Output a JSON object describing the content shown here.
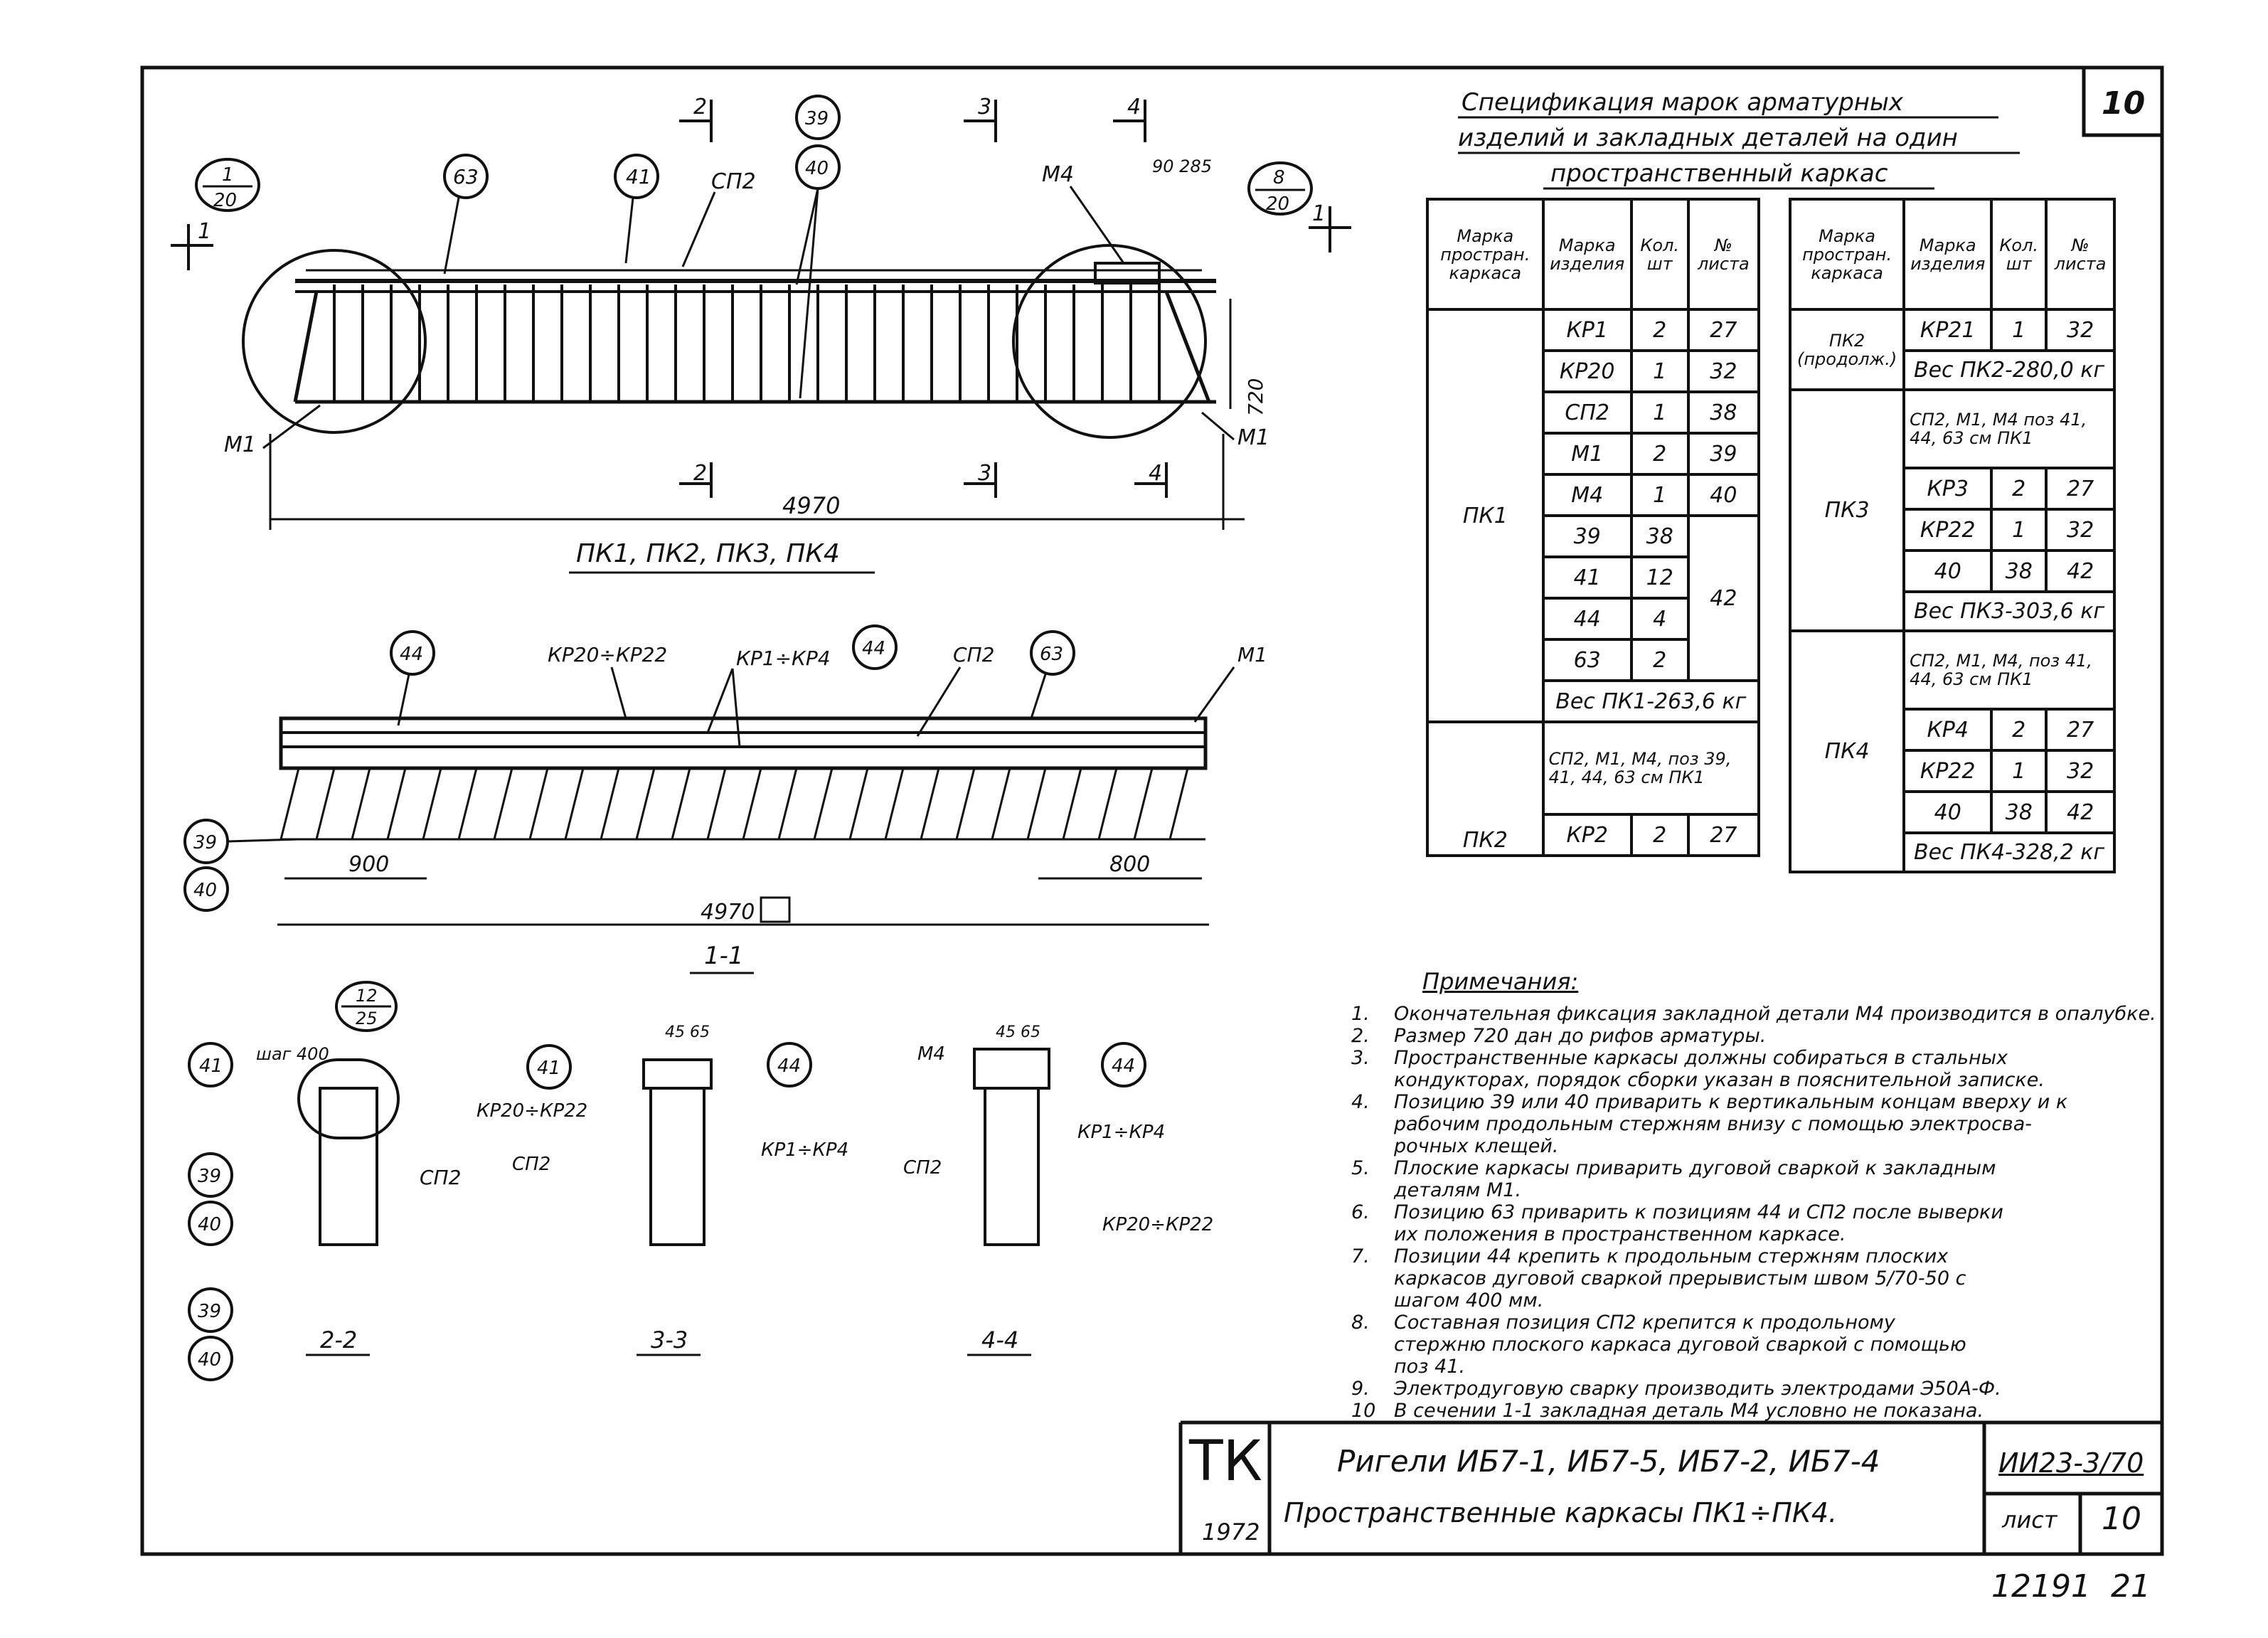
{
  "sheet_number": "10",
  "sheet_number_top": "10",
  "spec": {
    "title_lines": [
      "Спецификация марок арматурных",
      "изделий и закладных деталей на один",
      "пространственный каркас"
    ],
    "headers": [
      "Марка простран. каркаса",
      "Марка изделия",
      "Кол. шт",
      "№ листа"
    ],
    "left_rows": [
      {
        "mark": "КР1",
        "qty": "2",
        "sheet": "27"
      },
      {
        "mark": "КР20",
        "qty": "1",
        "sheet": "32"
      },
      {
        "mark": "СП2",
        "qty": "1",
        "sheet": "38"
      },
      {
        "mark": "М1",
        "qty": "2",
        "sheet": "39"
      },
      {
        "mark": "М4",
        "qty": "1",
        "sheet": "40"
      },
      {
        "mark": "39",
        "qty": "38",
        "sheet": ""
      },
      {
        "mark": "41",
        "qty": "12",
        "sheet": "42"
      },
      {
        "mark": "44",
        "qty": "4",
        "sheet": ""
      },
      {
        "mark": "63",
        "qty": "2",
        "sheet": ""
      }
    ],
    "pk1_label": "ПК1",
    "pk1_weight": "Вес ПК1-263,6 кг",
    "pk2_label": "ПК2",
    "pk2_note": "СП2, М1, М4, поз 39, 41, 44, 63 см ПК1",
    "pk2_row": {
      "mark": "КР2",
      "qty": "2",
      "sheet": "27"
    },
    "right": {
      "pk2_label": "ПК2 (продолж.)",
      "pk2_row": {
        "mark": "КР21",
        "qty": "1",
        "sheet": "32"
      },
      "pk2_weight": "Вес ПК2-280,0 кг",
      "pk3_label": "ПК3",
      "pk3_note": "СП2, М1, М4 поз 41, 44, 63 см ПК1",
      "pk3_rows": [
        {
          "mark": "КР3",
          "qty": "2",
          "sheet": "27"
        },
        {
          "mark": "КР22",
          "qty": "1",
          "sheet": "32"
        },
        {
          "mark": "40",
          "qty": "38",
          "sheet": "42"
        }
      ],
      "pk3_weight": "Вес ПК3-303,6 кг",
      "pk4_label": "ПК4",
      "pk4_note": "СП2, М1, М4, поз 41, 44, 63 см ПК1",
      "pk4_rows": [
        {
          "mark": "КР4",
          "qty": "2",
          "sheet": "27"
        },
        {
          "mark": "КР22",
          "qty": "1",
          "sheet": "32"
        },
        {
          "mark": "40",
          "qty": "38",
          "sheet": "42"
        }
      ],
      "pk4_weight": "Вес ПК4-328,2 кг"
    }
  },
  "drawing": {
    "top_view_caption": "ПК1, ПК2, ПК3, ПК4",
    "section_caption": "1-1",
    "dim_4970": "4970",
    "dim_4970_tol": "4970",
    "dim_900": "900",
    "dim_800": "800",
    "dim_720": "720",
    "labels": {
      "m1": "М1",
      "m4": "М4",
      "sp2": "СП2",
      "kr20_22": "КР20÷КР22",
      "kr1_4": "КР1÷КР4",
      "step_400": "шаг 400",
      "dim_9085": "90 285",
      "dim_4565": "45 65"
    },
    "callouts": [
      "63",
      "41",
      "39",
      "40",
      "44",
      "12",
      "25",
      "1",
      "20",
      "8"
    ],
    "cut_marks": [
      "1",
      "2",
      "3",
      "4"
    ],
    "section_titles": [
      "2-2",
      "3-3",
      "4-4"
    ]
  },
  "notes": {
    "title": "Примечания:",
    "items": [
      {
        "n": "1.",
        "text": "Окончательная фиксация закладной детали М4 производится в опалубке."
      },
      {
        "n": "2.",
        "text": "Размер 720 дан до рифов арматуры."
      },
      {
        "n": "3.",
        "text": "Пространственные каркасы должны собираться в стальных"
      },
      {
        "n": "",
        "text": "кондукторах, порядок сборки указан в пояснительной записке."
      },
      {
        "n": "4.",
        "text": "Позицию 39 или 40 приварить к вертикальным концам вверху и к"
      },
      {
        "n": "",
        "text": "рабочим продольным стержням внизу с помощью электросва-"
      },
      {
        "n": "",
        "text": "рочных клещей."
      },
      {
        "n": "5.",
        "text": "Плоские каркасы приварить дуговой сваркой к закладным"
      },
      {
        "n": "",
        "text": "деталям М1."
      },
      {
        "n": "6.",
        "text": "Позицию 63 приварить к позициям 44 и СП2 после выверки"
      },
      {
        "n": "",
        "text": "их положения в пространственном каркасе."
      },
      {
        "n": "7.",
        "text": "Позиции 44 крепить к продольным стержням плоских"
      },
      {
        "n": "",
        "text": "каркасов дуговой сваркой прерывистым швом 5/70-50 с"
      },
      {
        "n": "",
        "text": "шагом 400 мм."
      },
      {
        "n": "8.",
        "text": "Составная позиция СП2 крепится к продольному"
      },
      {
        "n": "",
        "text": "стержню плоского каркаса дуговой сваркой с помощью"
      },
      {
        "n": "",
        "text": "поз 41."
      },
      {
        "n": "9.",
        "text": "Электродуговую сварку производить электродами Э50А-Ф."
      },
      {
        "n": "10",
        "text": "В сечении 1-1 закладная деталь М4 условно не показана."
      }
    ]
  },
  "title_block": {
    "logo": "ТК",
    "year": "1972",
    "line1": "Ригели ИБ7-1, ИБ7-5, ИБ7-2, ИБ7-4",
    "line2": "Пространственные каркасы ПК1÷ПК4.",
    "doc_code": "ИИ23-3/70",
    "sheet_label": "лист",
    "sheet_value": "10"
  },
  "stamp": "12191  21"
}
